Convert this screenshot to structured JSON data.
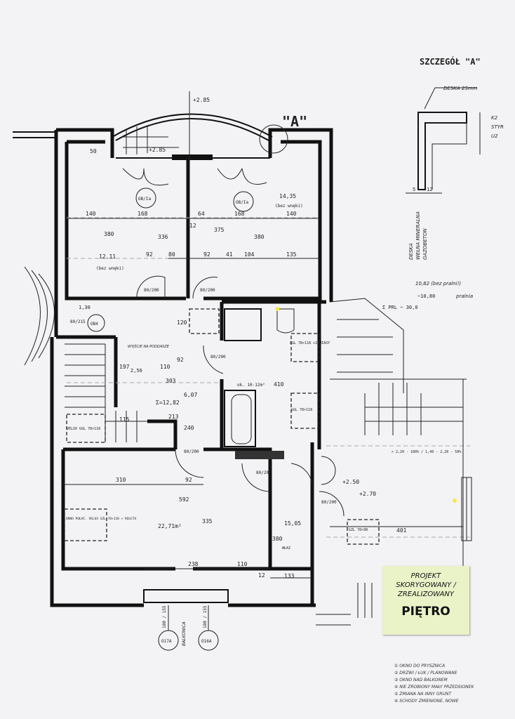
{
  "detail": {
    "title": "SZCZEGÓŁ \"A\"",
    "board_label": "DESKA 25mm",
    "layer_labels": [
      "K2",
      "STYR",
      "U2"
    ],
    "wall_labels": [
      "DESKA",
      "WEŁNA MINERALNA",
      "GAZOBETON"
    ],
    "dims": [
      "5",
      "12"
    ]
  },
  "marker_a": "\"A\"",
  "elevations": [
    "+2.85",
    "+2.85",
    "+2.50",
    "+2.70"
  ],
  "windows": [
    "OB/Ia",
    "OB/Ia",
    "OB4",
    "O17A",
    "O16A"
  ],
  "window_heights": [
    "180 / 155",
    "180 / 155"
  ],
  "areas": {
    "room_left_top": "12,11",
    "room_left_top_note": "(bez wnęki)",
    "room_right_top": "14,35",
    "room_right_top_note": "(bez wnęki)",
    "hall": "Σ=12,82",
    "hall_part": "6,07",
    "stair_part": "2,56",
    "landing": "1,30",
    "bath_note": "ok. 10-12m²",
    "room_bottom": "22,71m²",
    "room_bottom_right": "15,05",
    "right_note": "10,82 (bez pralni!)",
    "right_sub": "~10,80",
    "right_sub2": "pralnia",
    "right_total": "Σ PRL ~ 30,0"
  },
  "dimensions": {
    "top_row1": [
      "140",
      "168",
      "64",
      "168",
      "140"
    ],
    "top_row2": [
      "92",
      "80",
      "92",
      "41",
      "104",
      "135"
    ],
    "misc": [
      "50",
      "12",
      "336",
      "375",
      "380",
      "380",
      "120",
      "92",
      "303",
      "110",
      "213",
      "240",
      "115",
      "197",
      "410",
      "310",
      "92",
      "592",
      "335",
      "238",
      "110",
      "12",
      "380",
      "133",
      "401"
    ],
    "doors": [
      "80/200",
      "80/200",
      "80/200",
      "80/200",
      "80/200",
      "80/200",
      "80/215"
    ]
  },
  "labels": {
    "skylight_stairs": "VELUX GGL 78×118",
    "ggl1": "GGL 78×118 +ZAWIASY",
    "ggl2": "GGL 78×118",
    "ggl3": "GZL 78×98",
    "roof_window": "OKNO POŁAĆ. VELUX GZL 78×118 + ROLETA",
    "attic_access": "WYJŚCIE NA PODDASZE",
    "balcony_door": "BALKONICA",
    "hatch": "WŁAZ",
    "roof_slope": "> 2,20 - 100% / 1,40 - 2,20 - 50%"
  },
  "sticky_note": {
    "line1": "PROJEKT",
    "line2": "SKORYGOWANY /",
    "line3": "ZREALIZOWANY",
    "title": "PIĘTRO"
  },
  "legend_notes": [
    "① OKNO DO PRYSZNICA",
    "② DRZWI / ŁUK / PLANOWANE",
    "③ OKNO NAD BALKONEM",
    "④ NIE ZROBIONY MAŁY PRZEDSIONEK",
    "⑤ ZMIANA NA INNY GRUNT",
    "⑥ SCHODY ZMIENIONE, NOWE"
  ],
  "colors": {
    "paper": "#f3f3f5",
    "ink": "#111111",
    "sticky": "#eaf3c8",
    "highlight": "#f5e94a"
  }
}
